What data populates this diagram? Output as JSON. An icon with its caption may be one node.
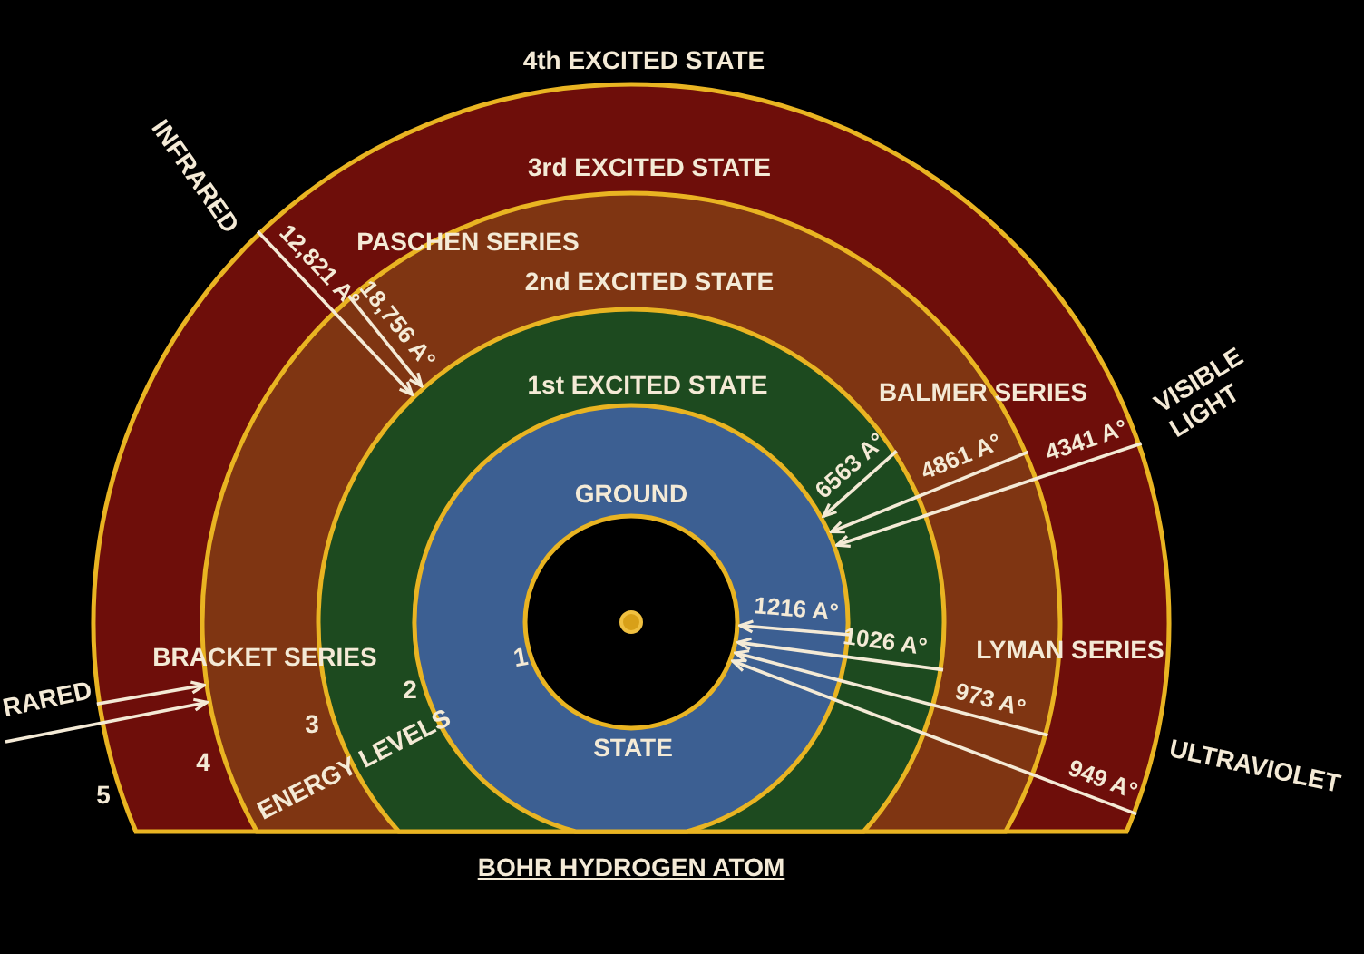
{
  "diagram": {
    "caption": "BOHR HYDROGEN ATOM",
    "nodes": [
      {
        "text": [
          "4th EXCITED STATE",
          "3rd EXCITED STATE"
        ]
      },
      {
        "text": [
          "2nd EXCITED STATE"
        ],
        "in": 0
      },
      {
        "text": [
          "1st EXCITED STATE"
        ],
        "in": 1
      },
      {
        "text": [
          "GROUND",
          "STATE"
        ],
        "in": 2
      },
      {
        "text": [],
        "shape": "circle",
        "in": 3
      },
      {
        "text": [],
        "shape": "circle",
        "in": 4
      }
    ],
    "edges": [
      {
        "from": 0,
        "to": 2,
        "arrow": "to",
        "label": "12,821 A°"
      },
      {
        "from": 1,
        "to": 2,
        "arrow": "to",
        "label": "18,756 A°"
      },
      {
        "from": 2,
        "to": 3,
        "arrow": "to",
        "label": "6563 A°"
      },
      {
        "from": 1,
        "to": 3,
        "arrow": "to",
        "label": "4861 A°"
      },
      {
        "from": 0,
        "to": 3,
        "arrow": "to",
        "label": "4341 A°"
      },
      {
        "from": 3,
        "to": 4,
        "arrow": "to",
        "label": "1216 A°"
      },
      {
        "from": 2,
        "to": 4,
        "arrow": "to",
        "label": "1026 A°"
      },
      {
        "from": 1,
        "to": 4,
        "arrow": "to",
        "label": "973 A°"
      },
      {
        "from": 0,
        "to": 4,
        "arrow": "to",
        "label": "949 A°"
      },
      {
        "from": 0,
        "to": 1,
        "arrow": "to"
      },
      {
        "from": null,
        "to": 1,
        "arrow": "to"
      }
    ],
    "labels": [
      "INFRARED",
      "PASCHEN SERIES",
      "BALMER SERIES",
      "VISIBLE LIGHT",
      "LYMAN SERIES",
      "BRACKET SERIES",
      "1",
      "2",
      "RARED",
      "3",
      "4",
      "ULTRAVIOLET",
      "ENERGY LEVELS",
      "5"
    ]
  }
}
